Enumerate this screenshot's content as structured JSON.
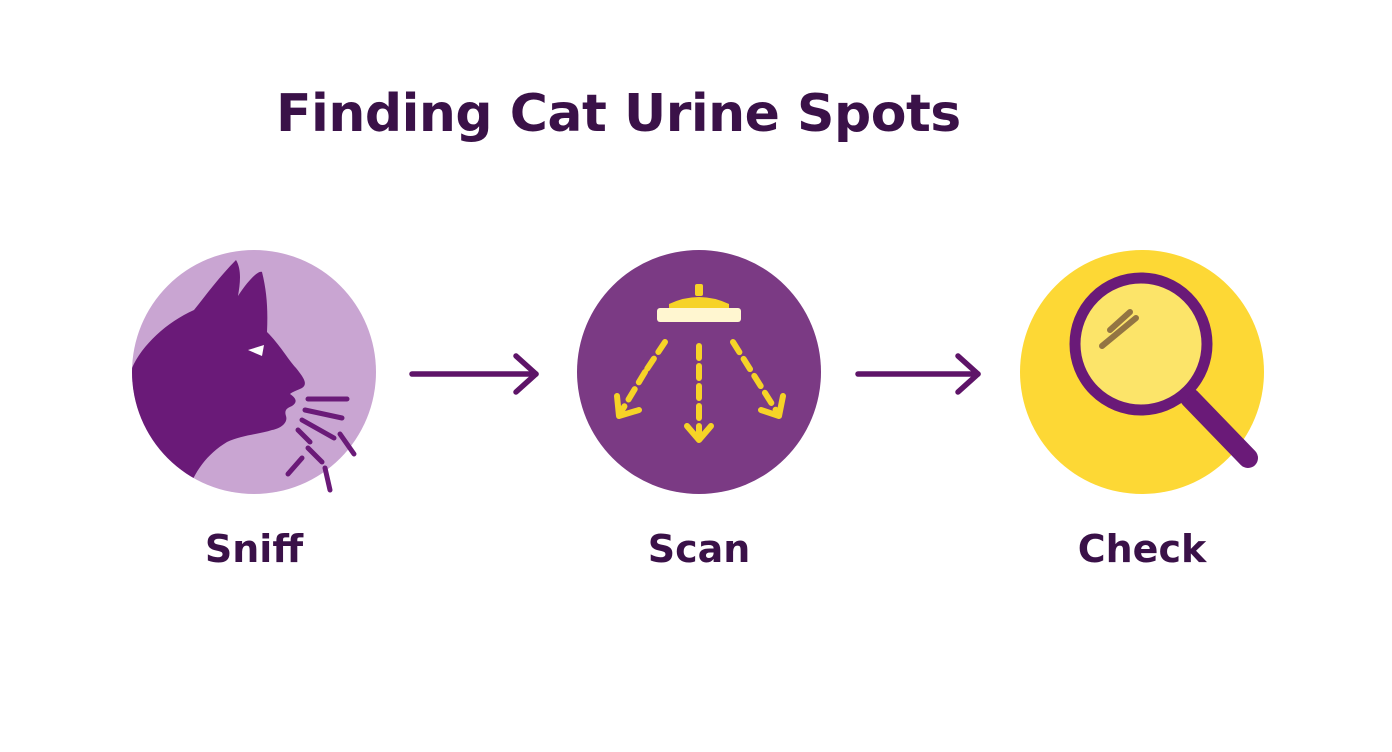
{
  "title": "Finding Cat Urine Spots",
  "colors": {
    "text": "#3a1148",
    "dark_purple": "#6a1a78",
    "light_purple": "#c9a5d2",
    "mid_purple": "#7b3a84",
    "yellow": "#fdd835",
    "icon_yellow": "#f6d327",
    "arrow": "#5e1468"
  },
  "steps": [
    {
      "label": "Sniff",
      "icon": "sniffing-cat-icon"
    },
    {
      "label": "Scan",
      "icon": "uv-lamp-icon"
    },
    {
      "label": "Check",
      "icon": "magnifying-glass-icon"
    }
  ],
  "connectors": [
    "arrow-right-icon",
    "arrow-right-icon"
  ]
}
